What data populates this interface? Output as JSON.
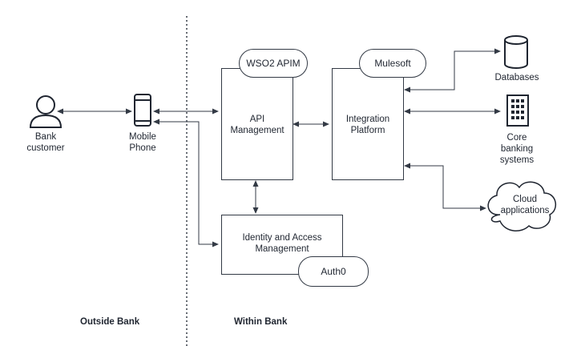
{
  "sections": {
    "outside": "Outside Bank",
    "within": "Within Bank"
  },
  "nodes": {
    "bank_customer": "Bank\ncustomer",
    "mobile_phone": "Mobile\nPhone",
    "api_management": "API\nManagement",
    "wso2": "WSO2 APIM",
    "integration_platform": "Integration\nPlatform",
    "mulesoft": "Mulesoft",
    "identity": "Identity and Access\nManagement",
    "auth0": "Auth0",
    "databases": "Databases",
    "core_banking": "Core\nbanking\nsystems",
    "cloud": "Cloud\napplications"
  },
  "colors": {
    "stroke": "#333a45",
    "text": "#1f2530"
  }
}
